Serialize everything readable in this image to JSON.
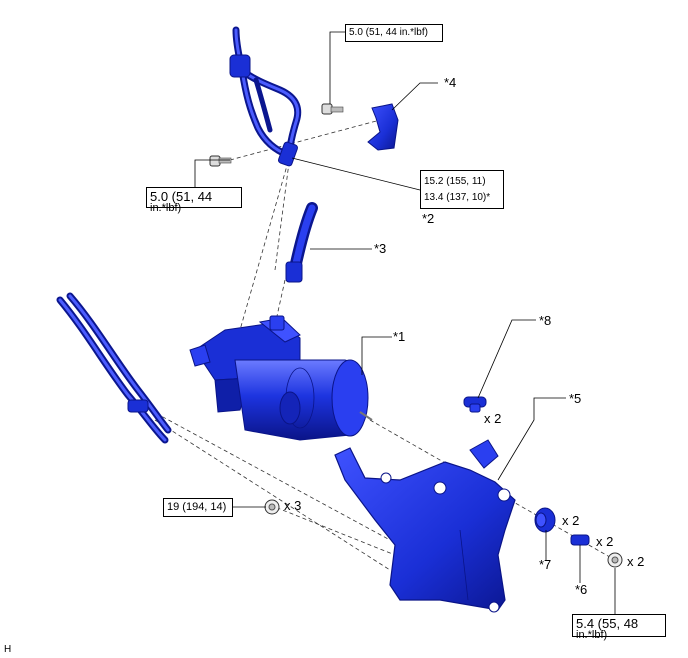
{
  "colors": {
    "part": "#1a2fd6",
    "part_dark": "#0a1488",
    "part_light": "#5b6cff",
    "line": "#000000"
  },
  "torques": {
    "bolt_top": "5.0 (51, 44 in.*lbf)",
    "bolt_left_line1": "5.0 (51, 44",
    "bolt_left_line2": "in.*lbf)",
    "union_line1": "15.2 (155, 11)",
    "union_line2": "13.4 (137, 10)*",
    "nut_bracket": "19 (194, 14)",
    "nut_bottom_line1": "5.4 (55, 48",
    "nut_bottom_line2": "in.*lbf)"
  },
  "labels": {
    "p1": "*1",
    "p2": "*2",
    "p3": "*3",
    "p4": "*4",
    "p5": "*5",
    "p6": "*6",
    "p7": "*7",
    "p8": "*8"
  },
  "quantities": {
    "q8": "x 2",
    "q_nut3": "x 3",
    "q7": "x 2",
    "q6": "x 2",
    "q_nut2": "x 2"
  },
  "corner_code": "H"
}
